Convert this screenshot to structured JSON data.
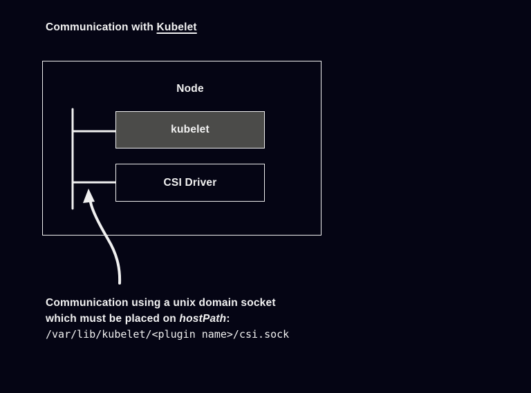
{
  "colors": {
    "background": "#050514",
    "stroke": "#f0f0f0",
    "text": "#f2f2f2",
    "kubelet_fill": "#4b4b49"
  },
  "title": {
    "prefix": "Communication with ",
    "underlined": "Kubelet"
  },
  "diagram": {
    "node_label": "Node",
    "kubelet_label": "kubelet",
    "csi_label": "CSI Driver"
  },
  "annotation": {
    "line1": "Communication using a unix domain socket",
    "line2_prefix": "which must be placed on ",
    "line2_italic": "hostPath",
    "line2_suffix": ":",
    "line3": "/var/lib/kubelet/<plugin name>/csi.sock"
  }
}
